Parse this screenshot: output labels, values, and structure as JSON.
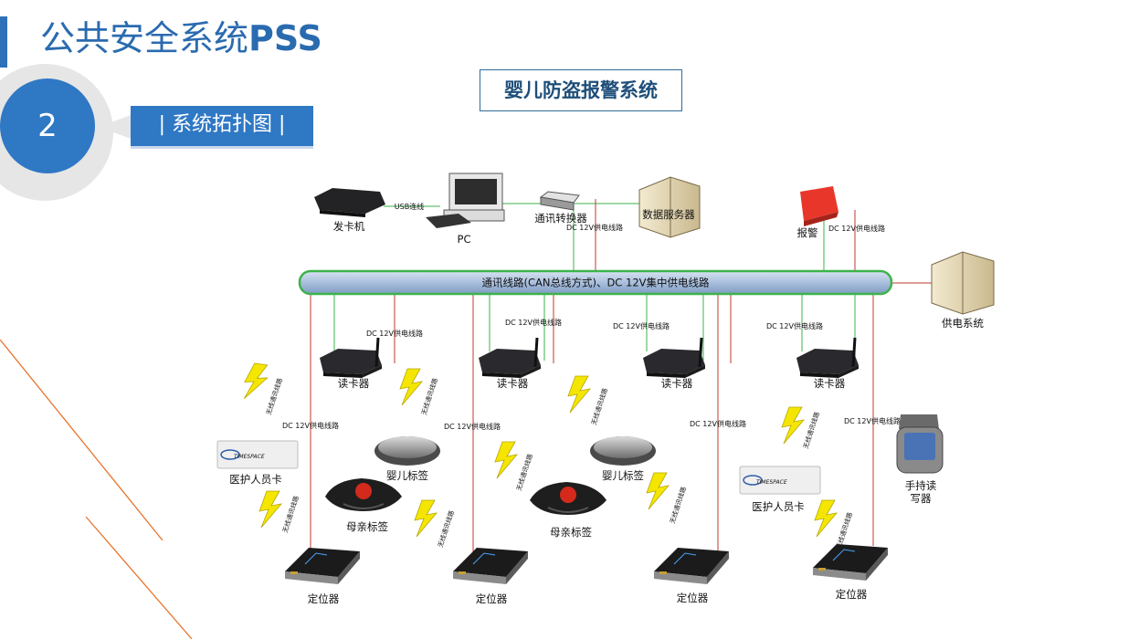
{
  "header": {
    "title": "公共安全系统",
    "title_suffix": "PSS",
    "step_number": "2",
    "section_label": "| 系统拓扑图 |"
  },
  "diagram": {
    "title": "婴儿防盗报警系统",
    "bus_label": "通讯线路(CAN总线方式)、DC 12V集中供电线路",
    "usb_label": "USB连线",
    "dc_label": "DC 12V供电线路",
    "wireless_label": "无线通讯线路",
    "devices": {
      "card_issuer": "发卡机",
      "pc": "PC",
      "comm_converter": "通讯转换器",
      "data_server": "数据服务器",
      "alarm": "报警",
      "power_system": "供电系统",
      "card_reader": "读卡器",
      "medical_card": "医护人员卡",
      "baby_tag": "婴儿标签",
      "mother_tag": "母亲标签",
      "handheld_line1": "手持读",
      "handheld_line2": "写器",
      "locator": "定位器",
      "card_brand": "TIMESPACE"
    }
  },
  "colors": {
    "accent": "#2f78c4",
    "green_line": "#3cb34a",
    "red_line": "#c0392b",
    "bus_fill": "#aec3df",
    "lightning": "#f4e600",
    "decor_line": "#e8742c"
  }
}
